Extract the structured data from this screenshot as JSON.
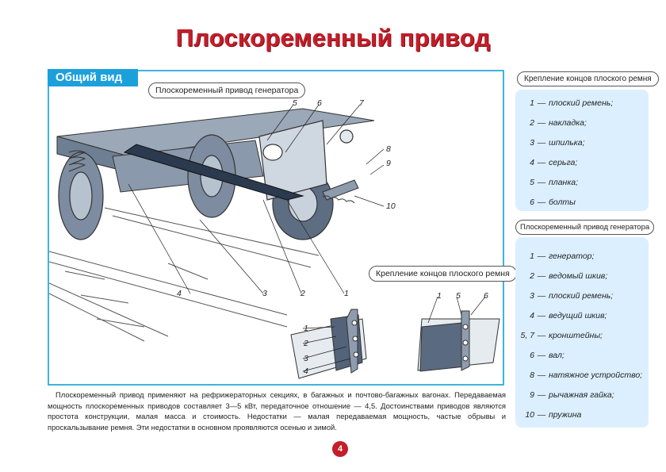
{
  "title": "Плоскоременный привод",
  "main": {
    "tab_label": "Общий вид",
    "pill_generator": "Плоскоременный привод генератора",
    "pill_fastening": "Крепление концов плоского ремня",
    "callouts_top": [
      "5",
      "6",
      "7",
      "8",
      "9",
      "10"
    ],
    "callouts_bottom": [
      "4",
      "3",
      "2",
      "1"
    ],
    "detail_left_labels": [
      "1",
      "2",
      "3",
      "4"
    ],
    "detail_right_labels": [
      "1",
      "5",
      "6"
    ]
  },
  "description": "Плоскоременный привод применяют на рефрижераторных секциях, в багажных и почтово-багажных вагонах. Передаваемая мощность плоскоременных приводов составляет 3—5 кВт, передаточное отношение — 4,5. Достоинствами приводов являются простота конструкции, малая масса и стоимость. Недостатки — малая передаваемая мощность, частые обрывы и проскальзывание ремня. Эти недостатки в основном проявляются осенью и зимой.",
  "page_number": "4",
  "right": {
    "fastening_title": "Крепление концов плоского ремня",
    "fastening_items": [
      {
        "n": "1",
        "text": "плоский ремень;"
      },
      {
        "n": "2",
        "text": "накладка;"
      },
      {
        "n": "3",
        "text": "шпилька;"
      },
      {
        "n": "4",
        "text": "серьга;"
      },
      {
        "n": "5",
        "text": "планка;"
      },
      {
        "n": "6",
        "text": "болты"
      }
    ],
    "generator_title": "Плоскоременный привод генератора",
    "generator_items": [
      {
        "n": "1",
        "text": "генератор;"
      },
      {
        "n": "2",
        "text": "ведомый шкив;"
      },
      {
        "n": "3",
        "text": "плоский ремень;"
      },
      {
        "n": "4",
        "text": "ведущий шкив;"
      },
      {
        "n": "5, 7",
        "text": "кронштейны;"
      },
      {
        "n": "6",
        "text": "вал;"
      },
      {
        "n": "8",
        "text": "натяжное устройство;"
      },
      {
        "n": "9",
        "text": "рычажная гайка;"
      },
      {
        "n": "10",
        "text": "пружина"
      }
    ]
  },
  "colors": {
    "accent_red": "#c41e2a",
    "accent_blue": "#1ca0dc",
    "panel_blue": "#dcefff"
  }
}
